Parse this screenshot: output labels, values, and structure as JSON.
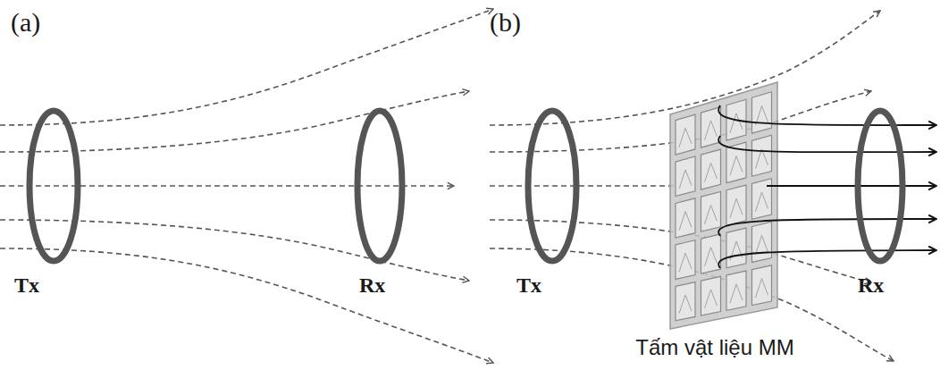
{
  "diagram": {
    "labels": [
      "(a)",
      "(b)",
      "Tx",
      "Rx",
      "Tx",
      "Rx",
      "Tấm vật liệu MM"
    ]
  }
}
